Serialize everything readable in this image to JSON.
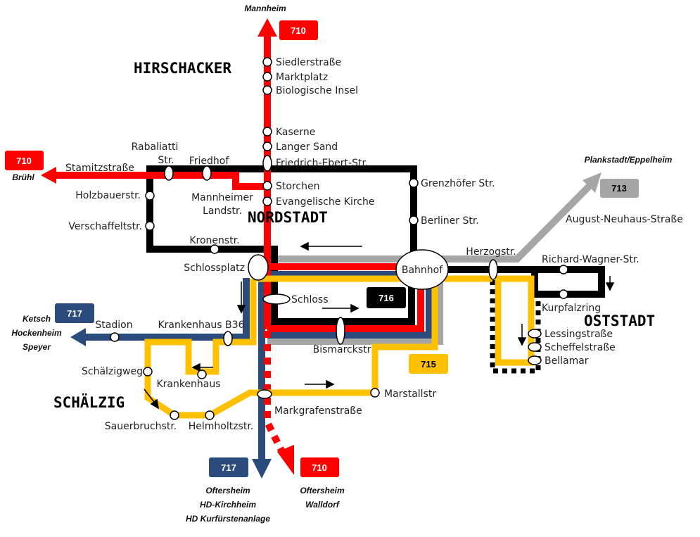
{
  "colors": {
    "line_710": "#ff0000",
    "line_716": "#000000",
    "line_717": "#2a4b7c",
    "line_715": "#ffc000",
    "line_713": "#a6a6a6"
  },
  "districts": {
    "hirschacker": "HIRSCHACKER",
    "nordstadt": "NORDSTADT",
    "oststadt": "OSTSTADT",
    "schaelzig": "SCHÄLZIG"
  },
  "badges": {
    "b710_north": "710",
    "b710_west": "710",
    "b710_south": "710",
    "b713": "713",
    "b716": "716",
    "b715": "715",
    "b717_west": "717",
    "b717_south": "717"
  },
  "destinations": {
    "mannheim": "Mannheim",
    "bruehl": "Brühl",
    "plankstadt": "Plankstadt/Eppelheim",
    "ketsch": "Ketsch",
    "hockenheim": "Hockenheim",
    "speyer": "Speyer",
    "oftersheim_717": "Oftersheim",
    "hd_kirchheim": "HD-Kirchheim",
    "hd_kurfuersten": "HD Kurfürstenanlage",
    "oftersheim_710": "Oftersheim",
    "walldorf": "Walldorf"
  },
  "stations": {
    "siedlerstrasse": "Siedlerstraße",
    "marktplatz": "Marktplatz",
    "biologische_insel": "Biologische Insel",
    "kaserne": "Kaserne",
    "langer_sand": "Langer Sand",
    "friedrich_ebert": "Friedrich-Ebert-Str.",
    "storchen": "Storchen",
    "evangelische_kirche": "Evangelische Kirche",
    "rabaliatti_1": "Rabaliatti",
    "rabaliatti_2": "Str.",
    "friedhof": "Friedhof",
    "stamitzstrasse": "Stamitzstraße",
    "holzbauerstr": "Holzbauerstr.",
    "mannheimer_1": "Mannheimer",
    "mannheimer_2": "Landstr.",
    "verschaffeltstr": "Verschaffeltstr.",
    "kronenstr": "Kronenstr.",
    "grenzhoefer": "Grenzhöfer Str.",
    "berliner": "Berliner Str.",
    "schlossplatz": "Schlossplatz",
    "bahnhof": "Bahnhof",
    "schloss": "Schloss",
    "bismarckstr": "Bismarckstr",
    "herzogstr": "Herzogstr.",
    "august_neuhaus": "August-Neuhaus-Straße",
    "richard_wagner": "Richard-Wagner-Str.",
    "kurpfalzring": "Kurpfalzring",
    "lessingstrasse": "Lessingstraße",
    "scheffelstrasse": "Scheffelstraße",
    "bellamar": "Bellamar",
    "stadion": "Stadion",
    "krankenhaus_b36": "Krankenhaus B36",
    "schaelzigweg": "Schälzigweg",
    "krankenhaus": "Krankenhaus",
    "sauerbruchstr": "Sauerbruchstr.",
    "helmholtzstr": "Helmholtzstr.",
    "markgrafenstrasse": "Markgrafenstraße",
    "marstallstr": "Marstallstr"
  }
}
